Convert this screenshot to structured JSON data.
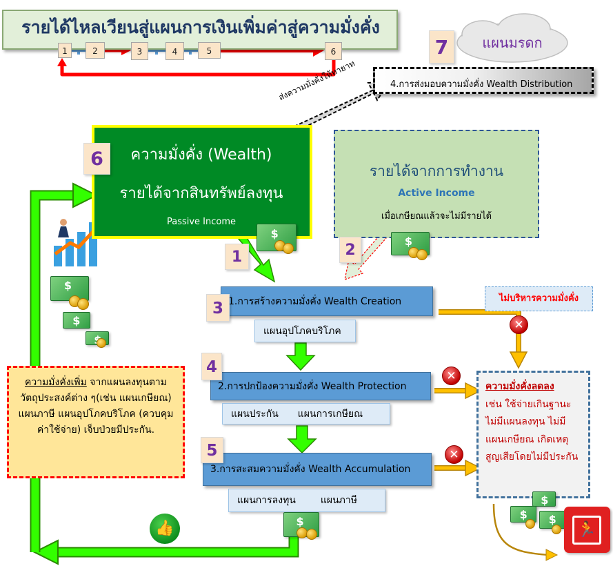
{
  "title": "รายได้ไหลเวียนสู่แผนการเงินเพิ่มค่าสู่ความมั่งคั่ง",
  "flow_steps": [
    "1",
    "2",
    "3",
    "4",
    "5",
    "6"
  ],
  "legacy": {
    "number": "7",
    "label": "แผนมรดก"
  },
  "distribution": {
    "label": "4.การส่งมอบความมั่งคั่ง Wealth Distribution",
    "arrow_label": "ส่งความมั่งคั่งให้ทายาท"
  },
  "wealth": {
    "number": "6",
    "title": "ความมั่งคั่ง (Wealth)",
    "subtitle": "รายได้จากสินทรัพย์ลงทุน",
    "small": "Passive Income"
  },
  "active": {
    "title": "รายได้จากการทำงาน",
    "subtitle": "Active Income",
    "small": "เมื่อเกษียณแล้วจะไม่มีรายได้"
  },
  "arrow_labels": {
    "a1": "1",
    "a2": "2"
  },
  "stages": [
    {
      "number": "3",
      "label": "1.การสร้างความมั่งคั่ง  Wealth Creation",
      "plans": [
        "แผนอุปโภคบริโภค"
      ]
    },
    {
      "number": "4",
      "label": "2.การปกป้องความมั่งคั่ง Wealth Protection",
      "plans": [
        "แผนประกัน",
        "แผนการเกษียณ"
      ]
    },
    {
      "number": "5",
      "label": "3.การสะสมความมั่งคั่ง Wealth Accumulation",
      "plans": [
        "แผนการลงทุน",
        "แผนภาษี"
      ]
    }
  ],
  "left_note": {
    "underlined": "ความมั่งคั่งเพิ่ม",
    "text": " จากแผนลงทุนตามวัตถุประสงค์ต่าง ๆ(เช่น แผนเกษียณ) แผนภาษี  แผนอุปโภคบริโภค (ควบคุมค่าใช้จ่าย) เจ็บป่วยมีประกัน."
  },
  "no_manage": "ไม่บริหารความมั่งคั่ง",
  "decrease": {
    "underlined": "ความมั่งคั่งลดลง",
    "text": "เช่น ใช้จ่ายเกินฐานะ ไม่มีแผนลงทุน ไม่มีแผนเกษียณ เกิดเหตุสูญเสียโดยไม่มีประกัน"
  },
  "colors": {
    "green": "#008a25",
    "blue_bar": "#5b9bd5",
    "red_arrow": "#ff0000",
    "green_arrow": "#33ff00",
    "orange_arrow": "#f4b400"
  },
  "icons": [
    "money-icon",
    "coin-icon",
    "x-mark-icon",
    "thumbs-up-icon",
    "exit-icon",
    "growth-chart-icon"
  ]
}
